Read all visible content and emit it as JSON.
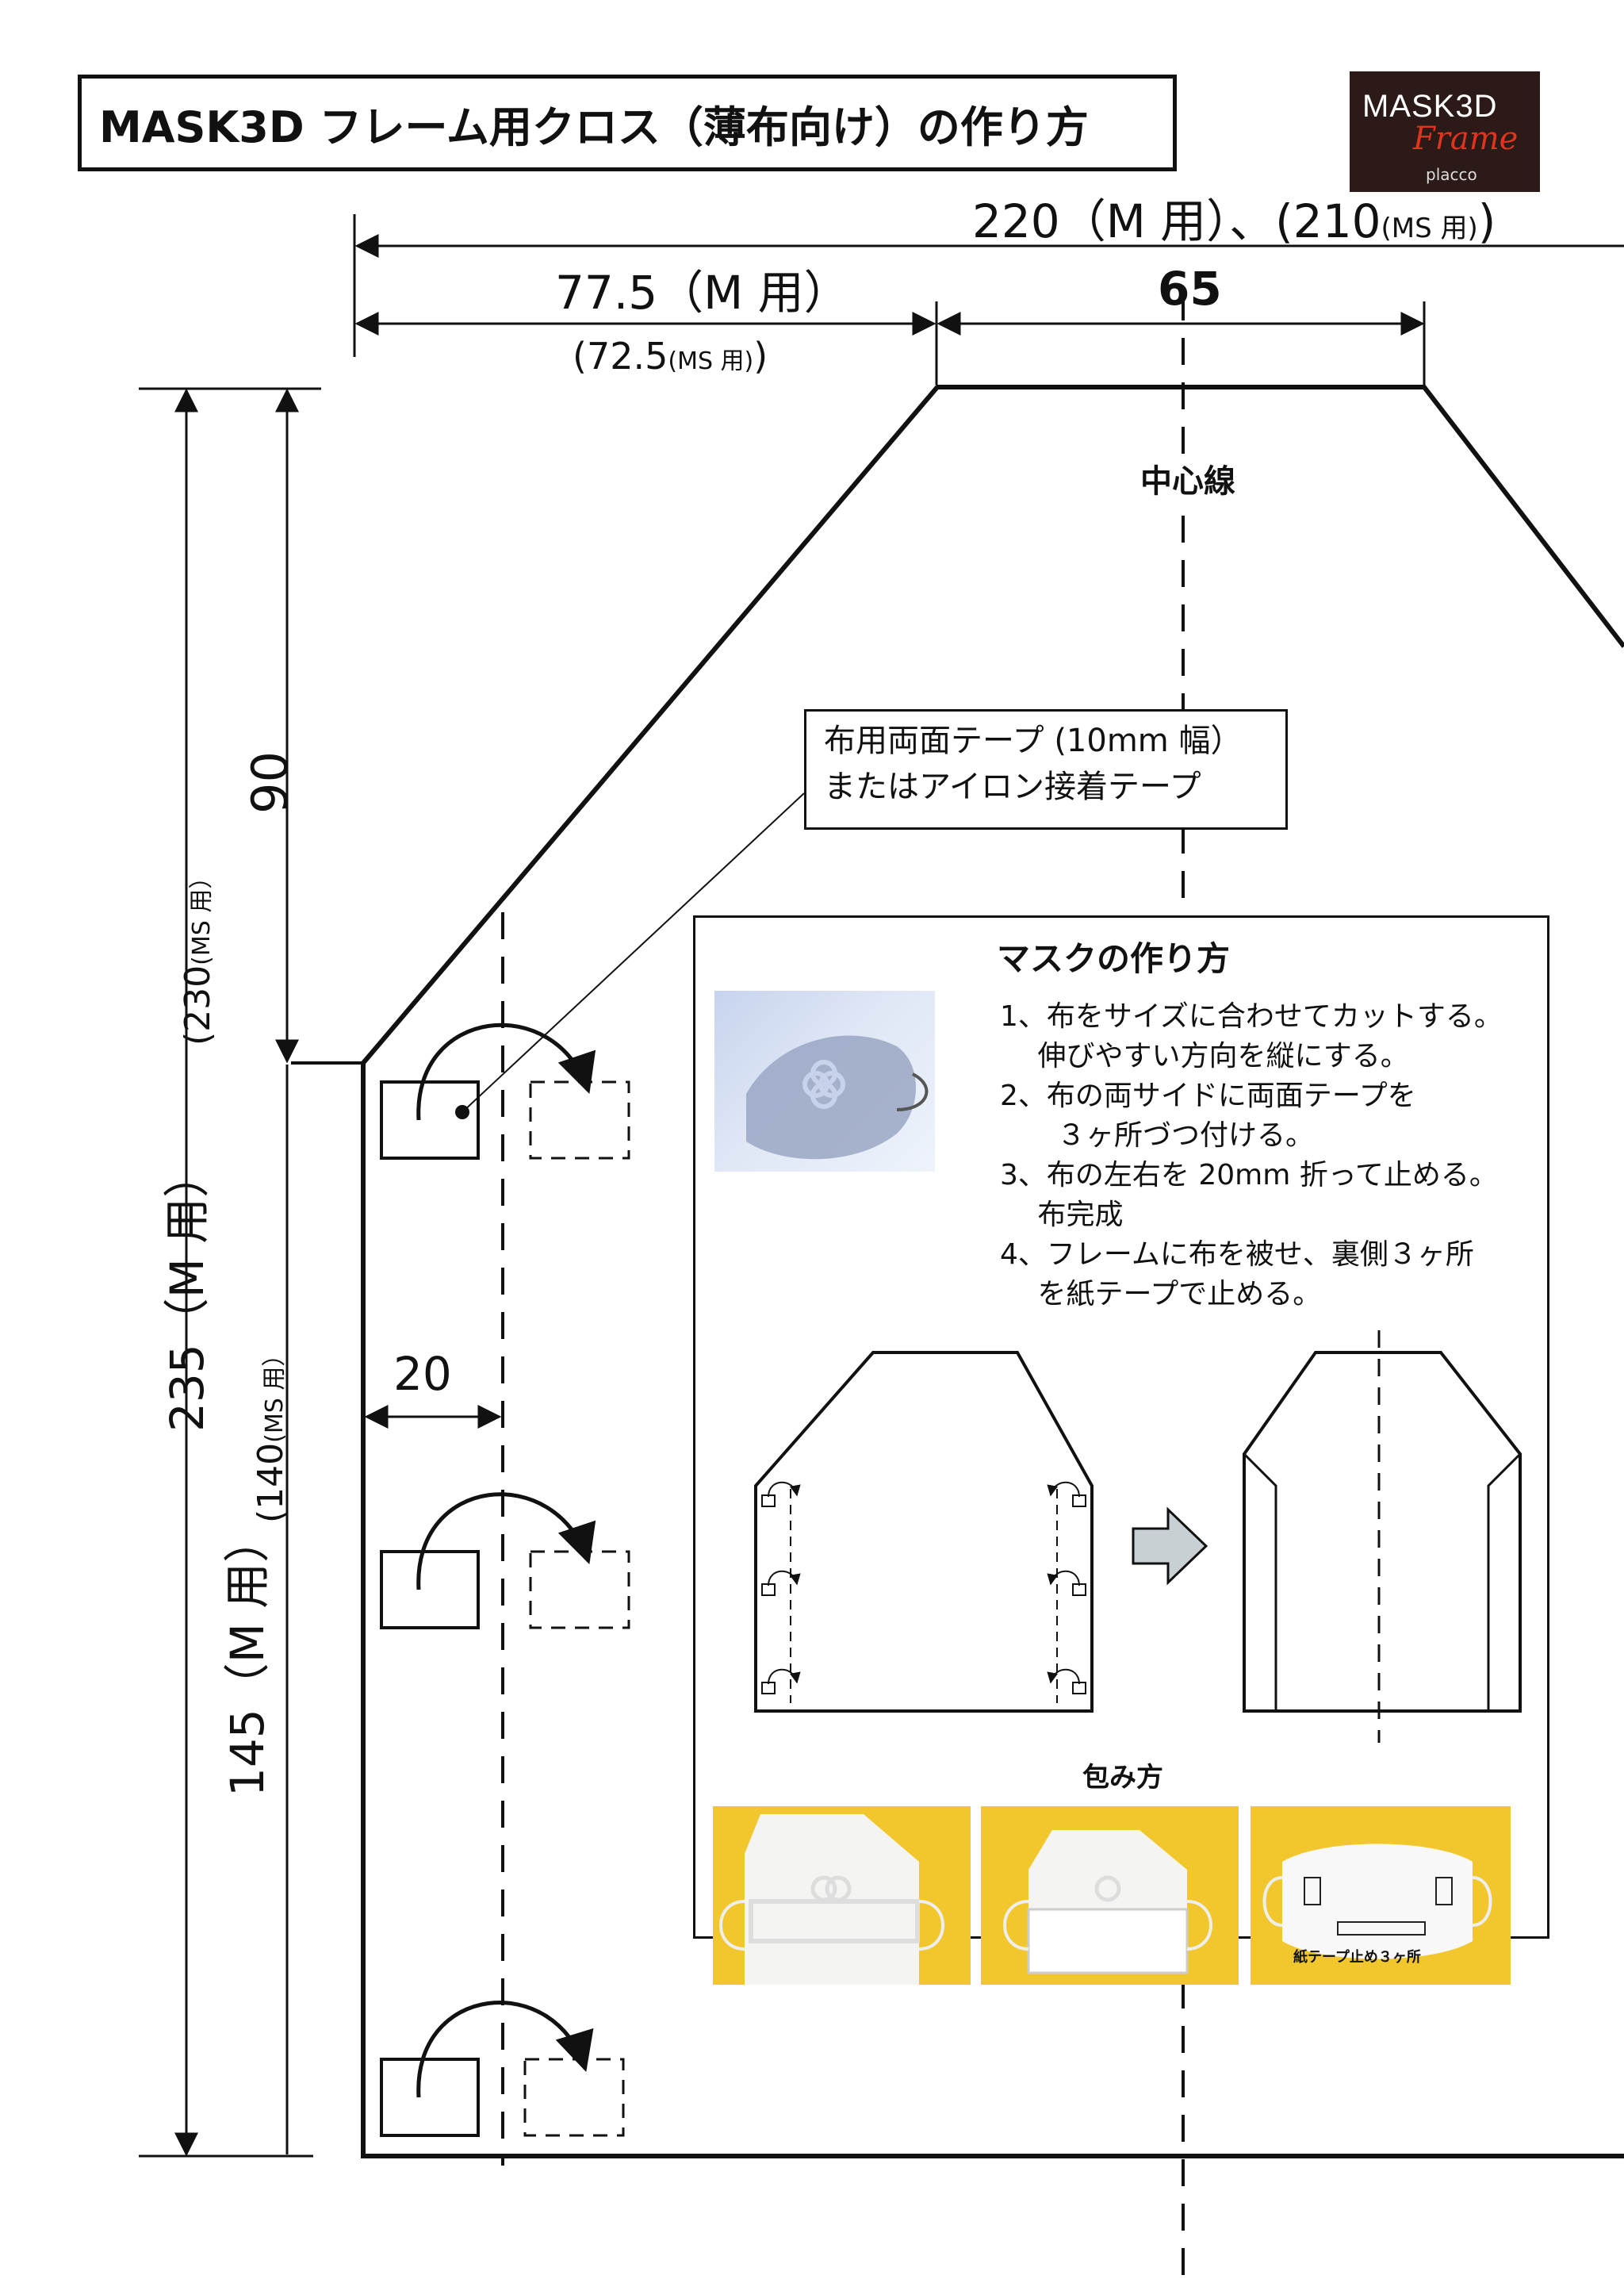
{
  "title": "MASK3D フレーム用クロス（薄布向け）の作り方",
  "logo": {
    "line1": "MASK3D",
    "line2": "Frame",
    "line3": "placco",
    "bg_color": "#2b1a17",
    "accent_color": "#e0341e"
  },
  "dimensions": {
    "total_width": "220（M 用）、(210",
    "total_width_ms": "(MS 用)",
    "total_width_close": ")",
    "left_width": "77.5（M 用）",
    "left_width_ms": "(72.5",
    "left_width_ms_unit": "(MS 用)",
    "left_width_ms_close": ")",
    "center_width": "65",
    "center_line": "中心線",
    "upper_height": "90",
    "ms_total_height": "(230",
    "ms_total_height_unit": "(MS 用）",
    "m_total_height": "235（M 用）",
    "ms_lower_height": "(140",
    "ms_lower_height_unit": "(MS 用）",
    "m_lower_height": "145（M 用）",
    "fold_width": "20"
  },
  "callout": {
    "line1": "布用両面テープ (10mm 幅）",
    "line2": "またはアイロン接着テープ"
  },
  "instructions": {
    "title": "マスクの作り方",
    "steps": [
      "1、布をサイズに合わせてカットする。",
      "　 伸びやすい方向を縦にする。",
      "2、布の両サイドに両面テープを",
      "　　３ヶ所づつ付ける。",
      "3、布の左右を 20mm 折って止める。",
      "　 布完成",
      "4、フレームに布を被せ、裏側３ヶ所",
      "　 を紙テープで止める。"
    ],
    "wrap_label": "包み方",
    "photo3_caption": "紙テープ止め３ヶ所"
  }
}
